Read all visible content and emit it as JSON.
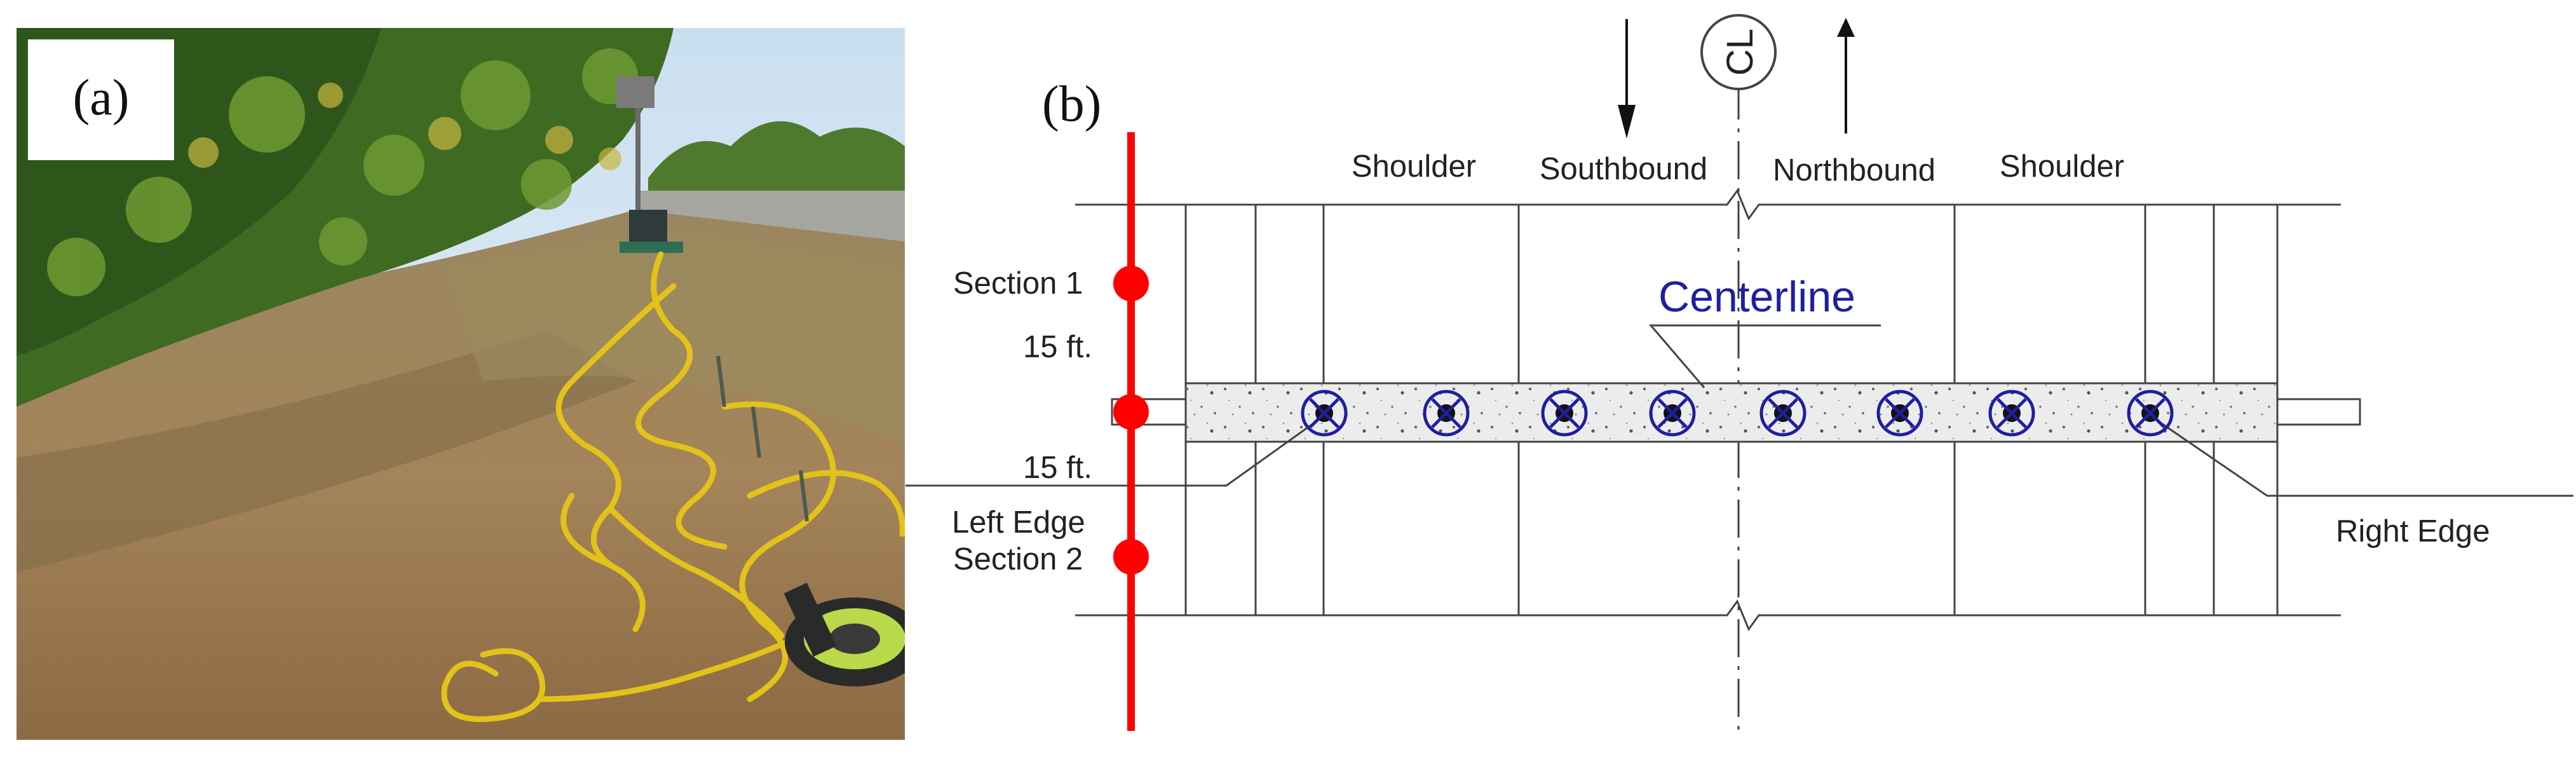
{
  "panel_a": {
    "label": "(a)",
    "colors": {
      "sky": "#dbe9f4",
      "foliage": "#3f6a22",
      "ground": "#a88a5a",
      "cable": "#e3c21a"
    }
  },
  "panel_b": {
    "label": "(b)",
    "cl_symbol": "CL",
    "headings": {
      "shoulder_left": "Shoulder",
      "southbound": "Southbound",
      "northbound": "Northbound",
      "shoulder_right": "Shoulder"
    },
    "sections": {
      "section1": "Section 1",
      "section2": "Section 2",
      "spacing_upper": "15 ft.",
      "spacing_lower": "15 ft."
    },
    "centerline_label": "Centerline",
    "left_edge": "Left Edge",
    "right_edge": "Right Edge",
    "sensor_icon": "sensor-target-icon",
    "sensor_count": 8,
    "colors": {
      "survey_line": "#ff0000",
      "sensor": "#1e1ea0",
      "centerline_text": "#1f1fa0",
      "lines": "#444444"
    }
  }
}
